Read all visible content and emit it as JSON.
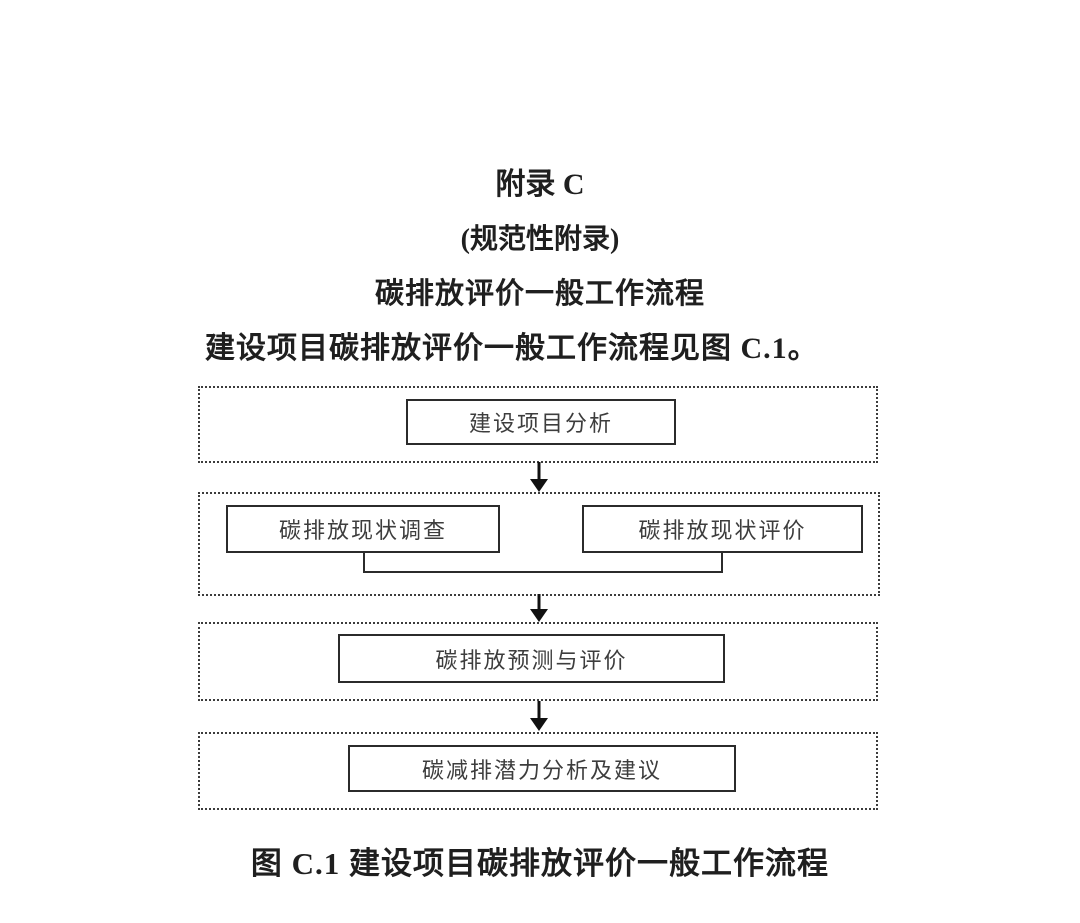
{
  "document": {
    "appendix_title": "附录 C",
    "appendix_type": "(规范性附录)",
    "appendix_subject": "碳排放评价一般工作流程",
    "intro_paragraph": "建设项目碳排放评价一般工作流程见图 C.1。",
    "figure_caption": "图 C.1  建设项目碳排放评价一般工作流程"
  },
  "flowchart": {
    "type": "flow",
    "direction": "top-down",
    "steps": [
      {
        "row": 1,
        "boxes": [
          "建设项目分析"
        ]
      },
      {
        "row": 2,
        "boxes": [
          "碳排放现状调查",
          "碳排放现状评价"
        ]
      },
      {
        "row": 3,
        "boxes": [
          "碳排放预测与评价"
        ]
      },
      {
        "row": 4,
        "boxes": [
          "碳减排潜力分析及建议"
        ]
      }
    ],
    "connections": [
      "row1 -> row2",
      "row2 boxes joined -> row3",
      "row3 -> row4"
    ]
  },
  "colors": {
    "background": "#ffffff",
    "heading_text": "#1f1f1f",
    "box_text": "#3d3d3d",
    "solid_border": "#2b2b2b",
    "dotted_border": "#3c3c3c",
    "arrow": "#111111"
  }
}
